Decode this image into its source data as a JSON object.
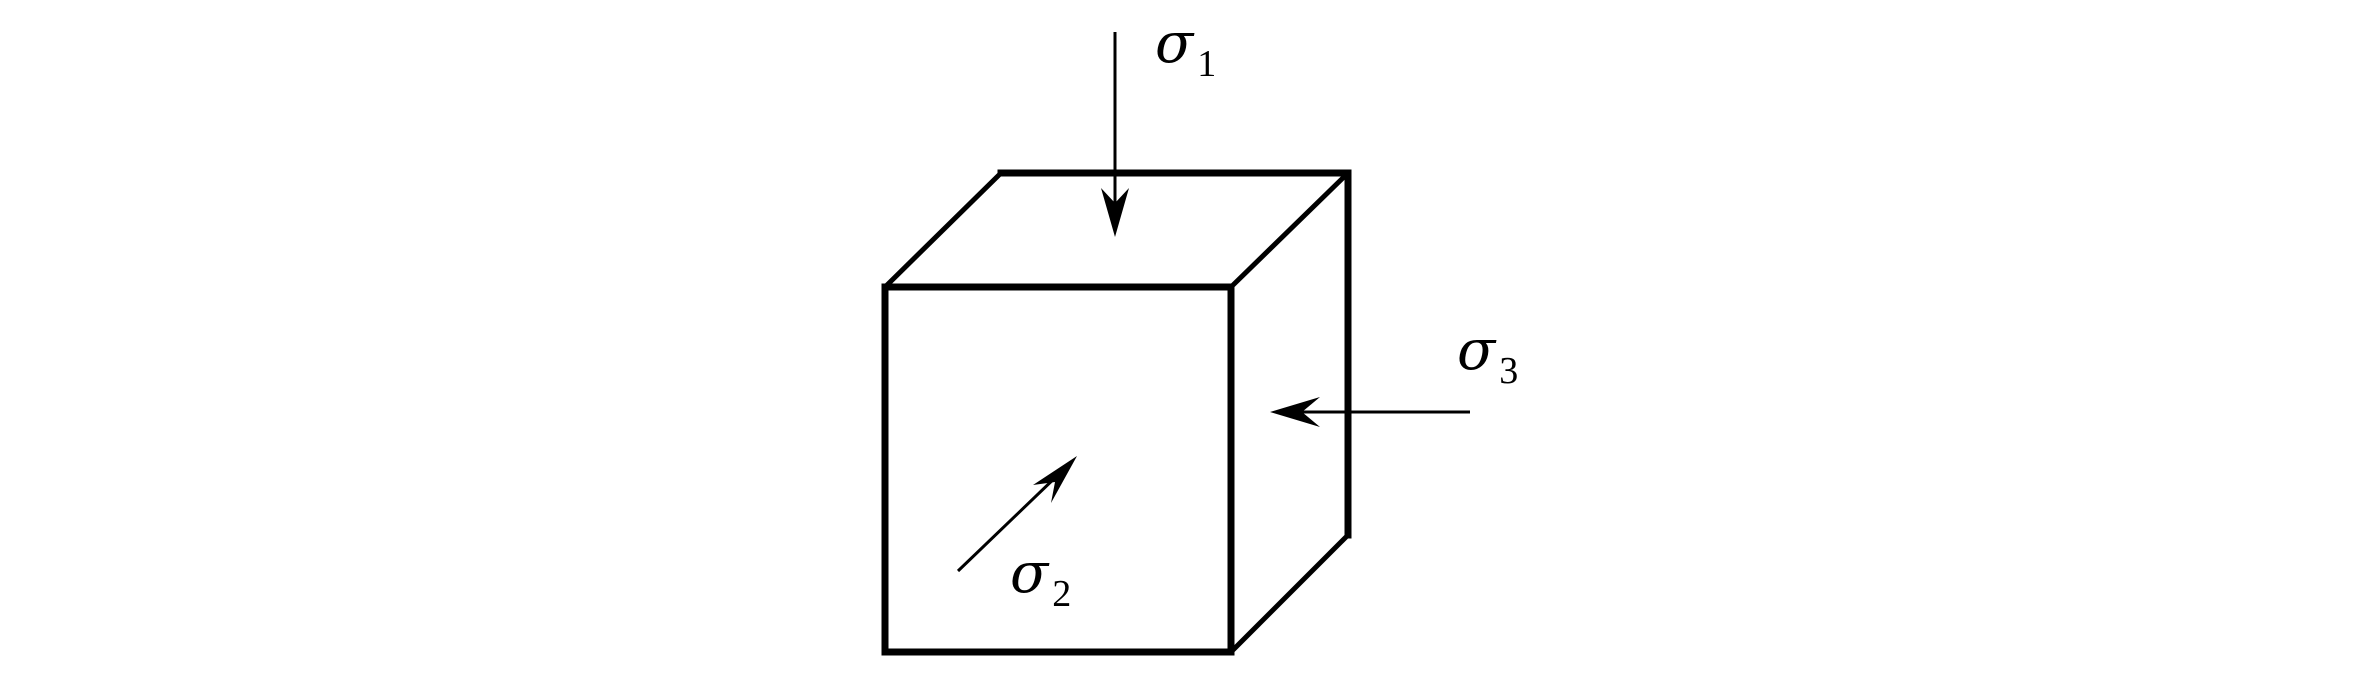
{
  "diagram": {
    "stresses": [
      {
        "symbol": "σ",
        "subscript": "1"
      },
      {
        "symbol": "σ",
        "subscript": "2"
      },
      {
        "symbol": "σ",
        "subscript": "3"
      }
    ]
  }
}
